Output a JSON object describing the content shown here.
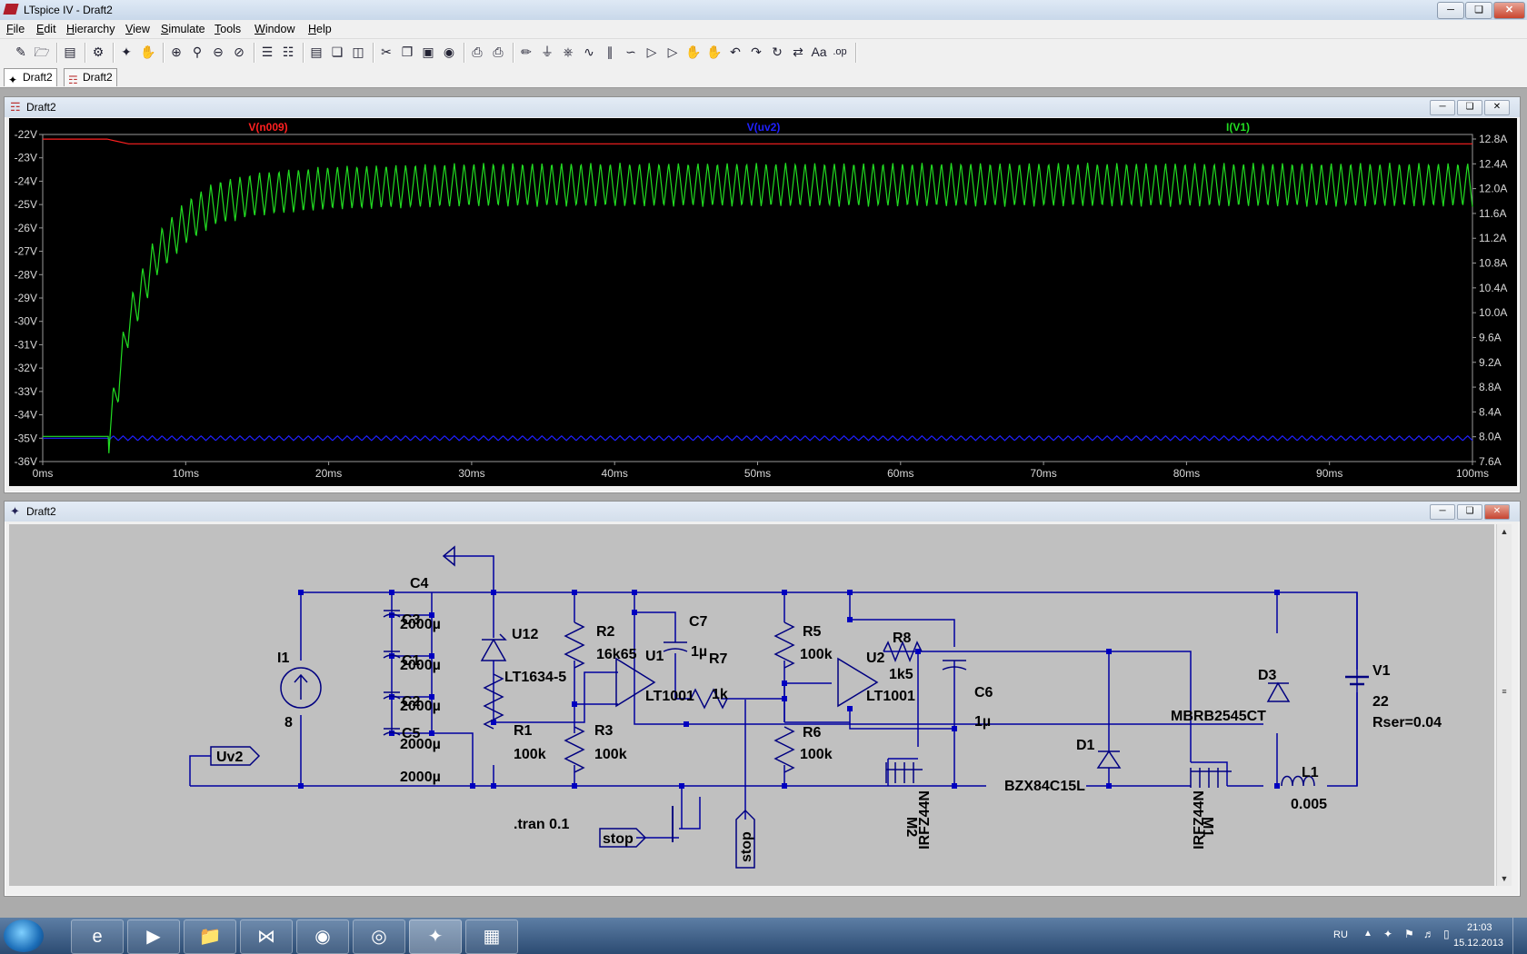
{
  "window": {
    "title": "LTspice IV - Draft2"
  },
  "menu": [
    "File",
    "Edit",
    "Hierarchy",
    "View",
    "Simulate",
    "Tools",
    "Window",
    "Help"
  ],
  "doc_tabs": [
    {
      "label": "Draft2",
      "icon": "schematic-icon"
    },
    {
      "label": "Draft2",
      "icon": "waveform-icon"
    }
  ],
  "waveform_window": {
    "title": "Draft2"
  },
  "schematic_window": {
    "title": "Draft2"
  },
  "colors": {
    "trace_v_n009": "#ff2020",
    "trace_v_uv2": "#2020ff",
    "trace_i_v1": "#22dd22",
    "plot_bg": "#000000",
    "schematic_bg": "#c0c0c0",
    "wire": "#0000a0"
  },
  "chart_data": {
    "type": "line",
    "legend": [
      "V(n009)",
      "V(uv2)",
      "I(V1)"
    ],
    "x_ticks": [
      "0ms",
      "10ms",
      "20ms",
      "30ms",
      "40ms",
      "50ms",
      "60ms",
      "70ms",
      "80ms",
      "90ms",
      "100ms"
    ],
    "xlim": [
      0,
      100
    ],
    "y_left_ticks": [
      "-22V",
      "-23V",
      "-24V",
      "-25V",
      "-26V",
      "-27V",
      "-28V",
      "-29V",
      "-30V",
      "-31V",
      "-32V",
      "-33V",
      "-34V",
      "-35V",
      "-36V"
    ],
    "ylim_left": [
      -36,
      -22
    ],
    "y_right_ticks": [
      "12.8A",
      "12.4A",
      "12.0A",
      "11.6A",
      "11.2A",
      "10.8A",
      "10.4A",
      "10.0A",
      "9.6A",
      "9.2A",
      "8.8A",
      "8.4A",
      "8.0A",
      "7.6A"
    ],
    "ylim_right": [
      7.6,
      12.8
    ],
    "series": [
      {
        "name": "V(n009)",
        "axis": "left",
        "x": [
          0,
          4.5,
          6,
          7,
          100
        ],
        "values": [
          -22.2,
          -22.2,
          -22.4,
          -22.4,
          -22.4
        ]
      },
      {
        "name": "V(uv2)",
        "axis": "left",
        "x": [
          0,
          4.6,
          100
        ],
        "values": [
          -35,
          -35,
          -35
        ],
        "ripple": 0.1,
        "ripple_cycles": 140
      },
      {
        "name": "I(V1)",
        "axis": "right",
        "x": [
          0,
          4.6,
          6,
          8,
          10,
          12,
          15,
          20,
          30,
          100
        ],
        "values": [
          8.0,
          8.0,
          9.8,
          10.9,
          11.4,
          11.7,
          11.85,
          11.95,
          12.0,
          12.0
        ],
        "ripple": 0.35,
        "ripple_cycles": 140
      }
    ]
  },
  "schematic": {
    "components": [
      {
        "ref": "I1",
        "value": "8"
      },
      {
        "ref": "C4",
        "value": "2000µ"
      },
      {
        "ref": "C3",
        "value": "2000µ"
      },
      {
        "ref": "C1",
        "value": "2000µ"
      },
      {
        "ref": "C2",
        "value": "2000µ"
      },
      {
        "ref": "C5",
        "value": "2000µ"
      },
      {
        "ref": "U12",
        "value": "LT1634-5"
      },
      {
        "ref": "R1",
        "value": "100k"
      },
      {
        "ref": "R2",
        "value": "16k65"
      },
      {
        "ref": "R3",
        "value": "100k"
      },
      {
        "ref": "U1",
        "value": "LT1001"
      },
      {
        "ref": "C7",
        "value": "1µ"
      },
      {
        "ref": "R7",
        "value": "1k"
      },
      {
        "ref": "R5",
        "value": "100k"
      },
      {
        "ref": "R6",
        "value": "100k"
      },
      {
        "ref": "U2",
        "value": "LT1001"
      },
      {
        "ref": "R8",
        "value": "1k5"
      },
      {
        "ref": "C6",
        "value": "1µ"
      },
      {
        "ref": "M2",
        "value": "IRFZ44N"
      },
      {
        "ref": "D1",
        "value": "BZX84C15L"
      },
      {
        "ref": "M1",
        "value": "IRFZ44N"
      },
      {
        "ref": "D3",
        "value": "MBRB2545CT"
      },
      {
        "ref": "V1",
        "value": "22"
      },
      {
        "ref": "L1",
        "value": "0.005"
      }
    ],
    "v1_extra": "Rser=0.04",
    "labels": {
      "uv2": "Uv2",
      "stop1": "stop",
      "stop2": "stop"
    },
    "directive": ".tran 0.1"
  },
  "taskbar": {
    "lang": "RU",
    "time": "21:03",
    "date": "15.12.2013",
    "apps": [
      "internet-explorer-icon",
      "media-player-icon",
      "explorer-folder-icon",
      "visual-studio-icon",
      "chrome-icon",
      "network-app-icon",
      "ltspice-icon",
      "calculator-icon"
    ]
  }
}
